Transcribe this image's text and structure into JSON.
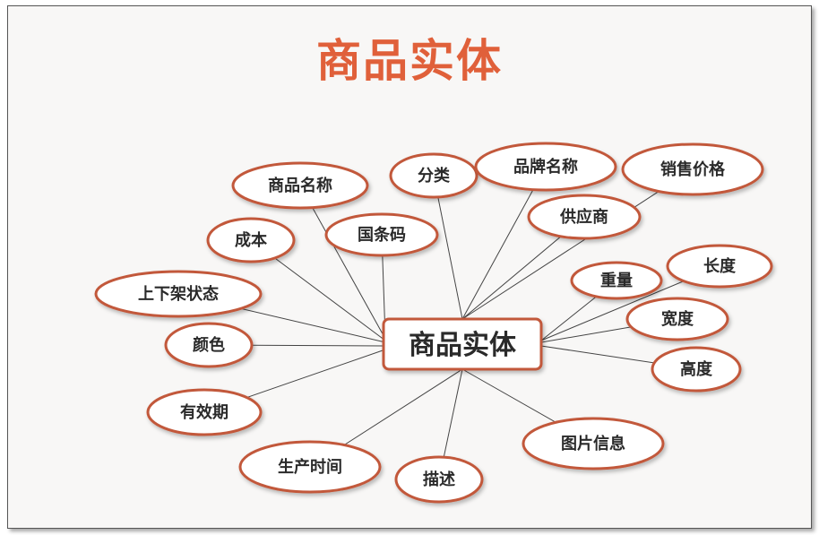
{
  "title": "商品实体",
  "center": "商品实体",
  "attributes": {
    "name": "商品名称",
    "category": "分类",
    "brand": "品牌名称",
    "price": "销售价格",
    "cost": "成本",
    "barcode": "国条码",
    "supplier": "供应商",
    "status": "上下架状态",
    "weight": "重量",
    "length": "长度",
    "color": "颜色",
    "width": "宽度",
    "height": "高度",
    "expiry": "有效期",
    "image": "图片信息",
    "time": "生产时间",
    "desc": "描述"
  },
  "colors": {
    "accent": "#e0603a",
    "border": "#c2583a"
  }
}
